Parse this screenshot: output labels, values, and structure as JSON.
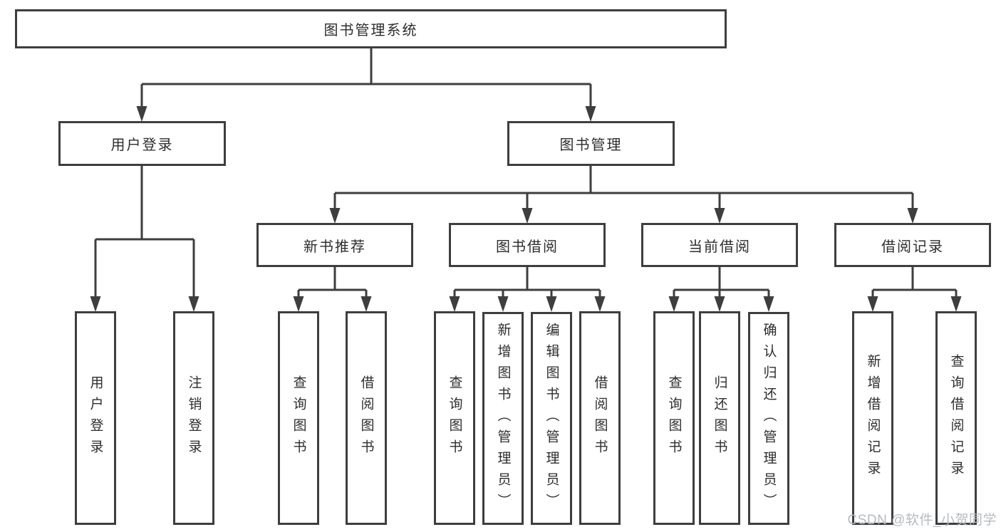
{
  "diagram": {
    "type": "hierarchy-diagram",
    "watermark": "CSDN @软件_小贺同学",
    "colors": {
      "line": "#3e3e3e",
      "box_border": "#3e3e3e",
      "text": "#2d2d2d",
      "watermark": "#b6bac0",
      "background": "#ffffff"
    }
  },
  "tree": {
    "root": {
      "label": "图书管理系统",
      "children": [
        {
          "label": "用户登录",
          "children": [
            {
              "label": "用户登录"
            },
            {
              "label": "注销登录"
            }
          ]
        },
        {
          "label": "图书管理",
          "children": [
            {
              "label": "新书推荐",
              "children": [
                {
                  "label": "查询图书"
                },
                {
                  "label": "借阅图书"
                }
              ]
            },
            {
              "label": "图书借阅",
              "children": [
                {
                  "label": "查询图书"
                },
                {
                  "label": "新增图书（管理员）"
                },
                {
                  "label": "编辑图书（管理员）"
                },
                {
                  "label": "借阅图书"
                }
              ]
            },
            {
              "label": "当前借阅",
              "children": [
                {
                  "label": "查询图书"
                },
                {
                  "label": "归还图书"
                },
                {
                  "label": "确认归还（管理员）"
                }
              ]
            },
            {
              "label": "借阅记录",
              "children": [
                {
                  "label": "新增借阅记录"
                },
                {
                  "label": "查询借阅记录"
                }
              ]
            }
          ]
        }
      ]
    }
  }
}
